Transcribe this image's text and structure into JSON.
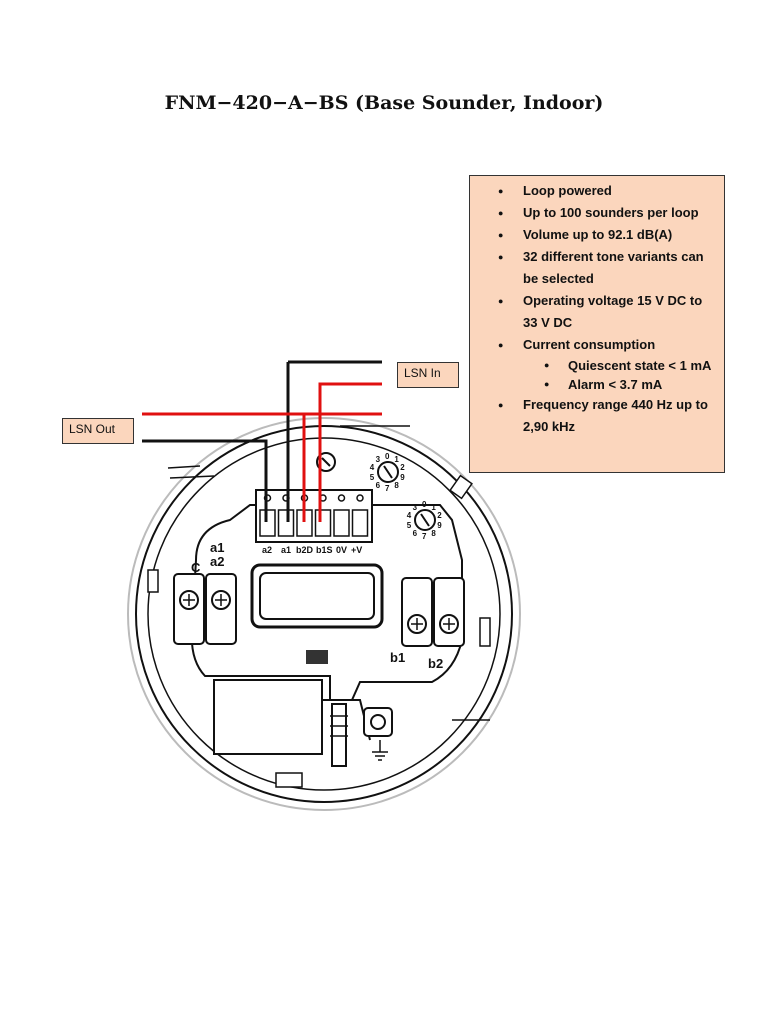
{
  "title": "FNM−420−A−BS (Base Sounder, Indoor)",
  "specs": {
    "items": [
      "Loop powered",
      " Up to 100 sounders per loop",
      "Volume up to 92.1 dB(A)",
      " 32 different tone variants can be selected",
      "Operating voltage 15 V DC to 33 V DC",
      "Current consumption",
      "Frequency range 440 Hz up to 2,90 kHz"
    ],
    "sub_items": [
      "Quiescent state < 1 mA",
      "Alarm < 3.7 mA"
    ]
  },
  "labels": {
    "lsn_in": "LSN In",
    "lsn_out": "LSN Out"
  },
  "terminals": {
    "strip": [
      "a2",
      "a1",
      "b2D",
      "b1S",
      "0V",
      "+V"
    ],
    "left_c": "C",
    "left_a1": "a1",
    "left_a2": "a2",
    "right_b1": "b1",
    "right_b2": "b2"
  },
  "switches": {
    "upper": [
      "0",
      "1",
      "2",
      "9",
      "8",
      "7",
      "6",
      "5",
      "4",
      "3"
    ],
    "lower": [
      "0",
      "1",
      "2",
      "9",
      "8",
      "7",
      "6",
      "5",
      "4",
      "3"
    ]
  },
  "colors": {
    "label_fill": "#fbd6bd",
    "wire_red": "#e01010",
    "wire_black": "#111111"
  }
}
